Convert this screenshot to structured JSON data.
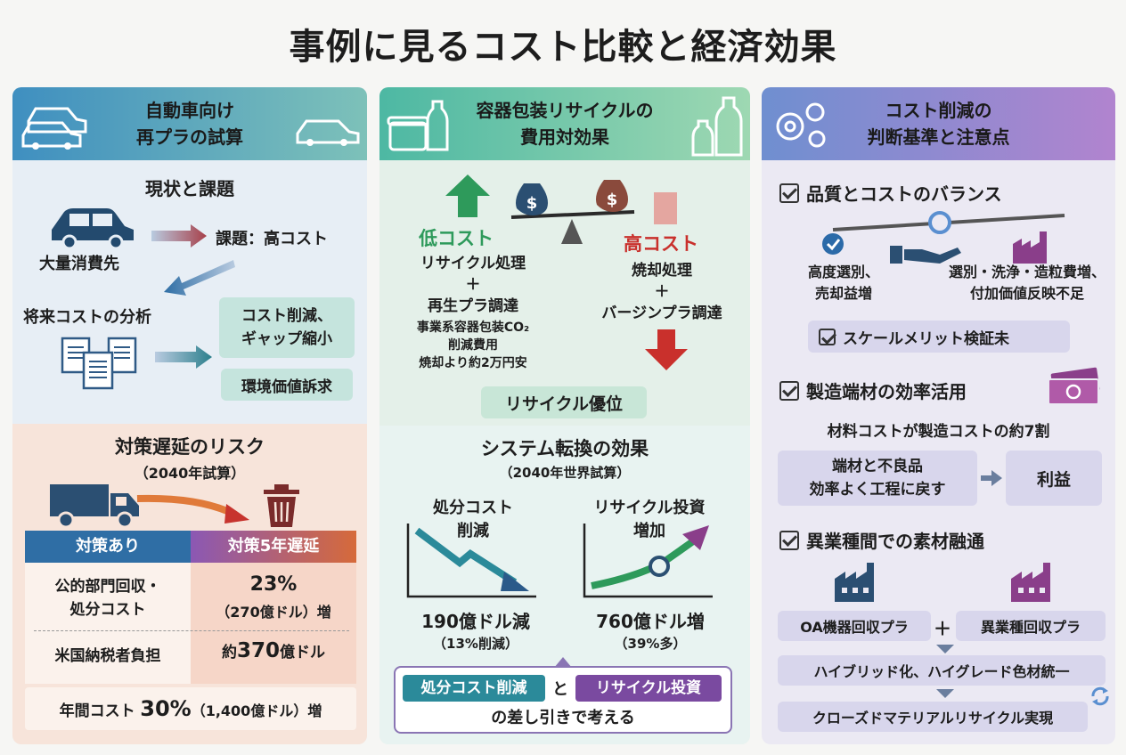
{
  "title": "事例に見るコスト比較と経済効果",
  "p1": {
    "header_line1": "自動車向け",
    "header_line2": "再プラの試算",
    "status_title": "現状と課題",
    "mass_consumer": "大量消費先",
    "issue": "課題：高コスト",
    "future_analysis": "将来コストの分析",
    "cost_reduction_line1": "コスト削減、",
    "cost_reduction_line2": "ギャップ縮小",
    "env_value": "環境価値訴求",
    "risk_title": "対策遅延のリスク",
    "risk_sub": "（2040年試算）",
    "table_head_left": "対策あり",
    "table_head_right": "対策5年遅延",
    "row1_label_line1": "公的部門回収・",
    "row1_label_line2": "処分コスト",
    "row1_value_big": "23%",
    "row1_value_sub": "（270億ドル）増",
    "row2_label": "米国納税者負担",
    "row2_prefix": "約",
    "row2_value": "370",
    "row2_suffix": "億ドル",
    "annual_prefix": "年間コスト",
    "annual_value": "30%",
    "annual_suffix": "（1,400億ドル）増"
  },
  "p2": {
    "header_line1": "容器包装リサイクルの",
    "header_line2": "費用対効果",
    "low_cost": "低コスト",
    "high_cost": "高コスト",
    "low_line1": "リサイクル処理",
    "low_plus": "＋",
    "low_line2": "再生プラ調達",
    "low_note1": "事業系容器包装CO₂",
    "low_note2": "削減費用",
    "low_note3": "焼却より約2万円安",
    "high_line1": "焼却処理",
    "high_plus": "＋",
    "high_line2": "バージンプラ調達",
    "advantage": "リサイクル優位",
    "system_title": "システム転換の効果",
    "system_sub": "（2040年世界試算）",
    "left_label_line1": "処分コスト",
    "left_label_line2": "削減",
    "right_label_line1": "リサイクル投資",
    "right_label_line2": "増加",
    "left_value": "190億ドル減",
    "left_sub": "（13%削減）",
    "right_value": "760億ドル増",
    "right_sub": "（39%多）",
    "tag_left": "処分コスト削減",
    "tag_and": "と",
    "tag_right": "リサイクル投資",
    "conclusion": "の差し引きで考える",
    "dollar": "$"
  },
  "p3": {
    "header_line1": "コスト削減の",
    "header_line2": "判断基準と注意点",
    "s1_title": "品質とコストのバランス",
    "s1_left_line1": "高度選別、",
    "s1_left_line2": "売却益増",
    "s1_right_line1": "選別・洗浄・造粒費増、",
    "s1_right_line2": "付加価値反映不足",
    "s1_note": "スケールメリット検証未",
    "s2_title": "製造端材の効率活用",
    "s2_sub": "材料コストが製造コストの約7割",
    "s2_box_line1": "端材と不良品",
    "s2_box_line2": "効率よく工程に戻す",
    "s2_profit": "利益",
    "s3_title": "異業種間での素材融通",
    "s3_left": "OA機器回収プラ",
    "s3_plus": "＋",
    "s3_right": "異業種回収プラ",
    "s3_mid": "ハイブリッド化、ハイグレード色材統一",
    "s3_bottom": "クローズドマテリアルリサイクル実現"
  },
  "colors": {
    "green_arrow": "#2e9a5b",
    "red_arrow": "#c9302c",
    "table_head_left": "#2f6ea5",
    "table_head_right": "#9a4fa8",
    "navy": "#234a6e"
  }
}
